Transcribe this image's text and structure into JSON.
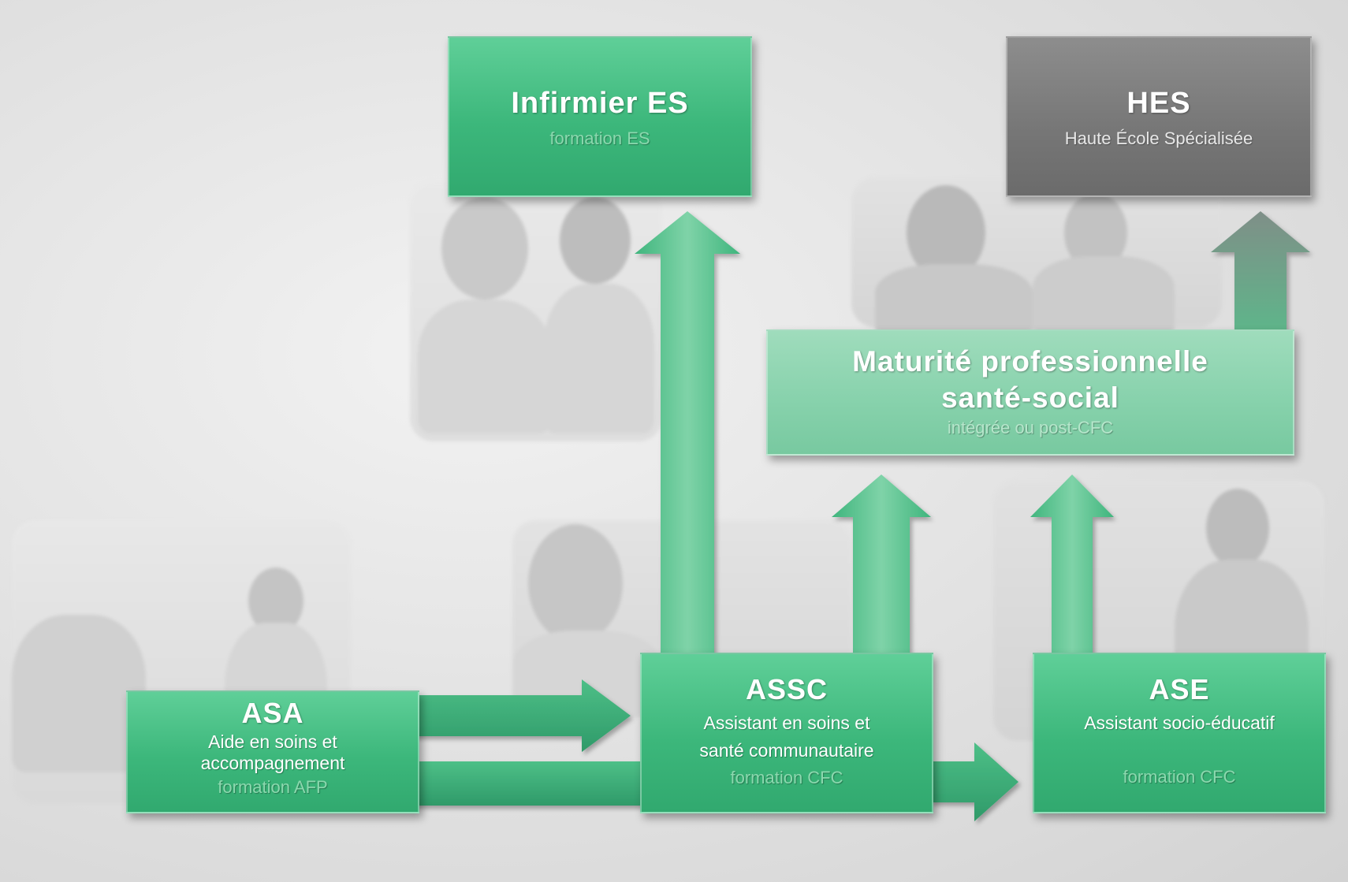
{
  "diagram": {
    "boxes": {
      "infirmier": {
        "title": "Infirmier ES",
        "subtitle": "formation ES"
      },
      "hes": {
        "title": "HES",
        "subtitle": "Haute École Spécialisée"
      },
      "maturite": {
        "title_line1": "Maturité professionnelle",
        "title_line2": "santé-social",
        "subtitle": "intégrée ou post-CFC"
      },
      "asa": {
        "title": "ASA",
        "line1": "Aide en soins et",
        "line2": "accompagnement",
        "subtitle": "formation AFP"
      },
      "assc": {
        "title": "ASSC",
        "line1": "Assistant en soins et",
        "line2": "santé communautaire",
        "subtitle": "formation CFC"
      },
      "ase": {
        "title": "ASE",
        "line1": "Assistant socio-éducatif",
        "subtitle": "formation CFC"
      }
    },
    "colors": {
      "green": "#3cb77b",
      "green_light": "#86d1ab",
      "grey": "#767676",
      "arrow": "#4dbf87"
    }
  }
}
